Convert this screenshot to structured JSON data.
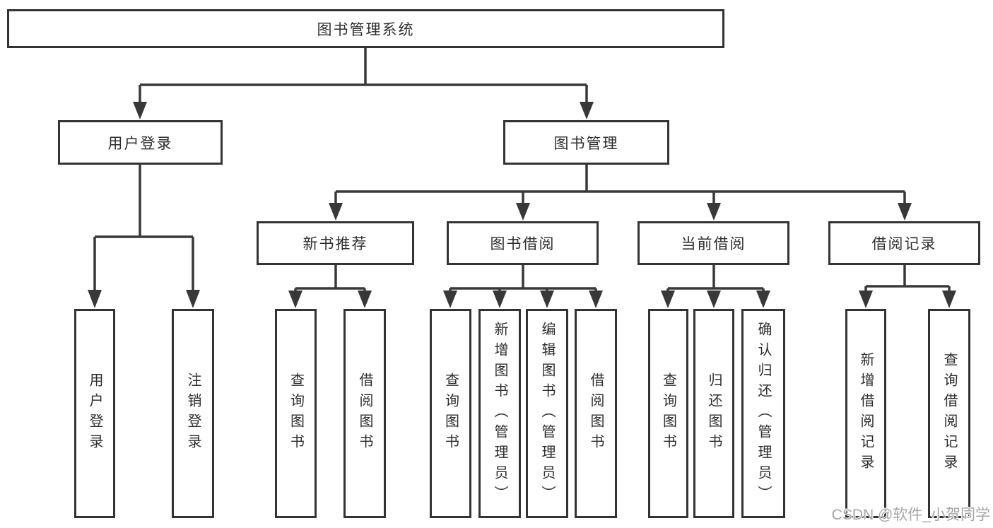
{
  "tree": {
    "label": "图书管理系统",
    "children": [
      {
        "label": "用户登录",
        "children": [
          {
            "label": "用户登录"
          },
          {
            "label": "注销登录"
          }
        ]
      },
      {
        "label": "图书管理",
        "children": [
          {
            "label": "新书推荐",
            "children": [
              {
                "label": "查询图书"
              },
              {
                "label": "借阅图书"
              }
            ]
          },
          {
            "label": "图书借阅",
            "children": [
              {
                "label": "查询图书"
              },
              {
                "label": "新增图书（管理员）"
              },
              {
                "label": "编辑图书（管理员）"
              },
              {
                "label": "借阅图书"
              }
            ]
          },
          {
            "label": "当前借阅",
            "children": [
              {
                "label": "查询图书"
              },
              {
                "label": "归还图书"
              },
              {
                "label": "确认归还（管理员）"
              }
            ]
          },
          {
            "label": "借阅记录",
            "children": [
              {
                "label": "新增借阅记录"
              },
              {
                "label": "查询借阅记录"
              }
            ]
          }
        ]
      }
    ]
  },
  "watermark": {
    "text": "CSDN @软件_小贺同学"
  },
  "colors": {
    "line": "#383838",
    "box_border": "#333333",
    "text": "#2e2e2e",
    "watermark": "#a5a5a5",
    "background": "#ffffff"
  }
}
